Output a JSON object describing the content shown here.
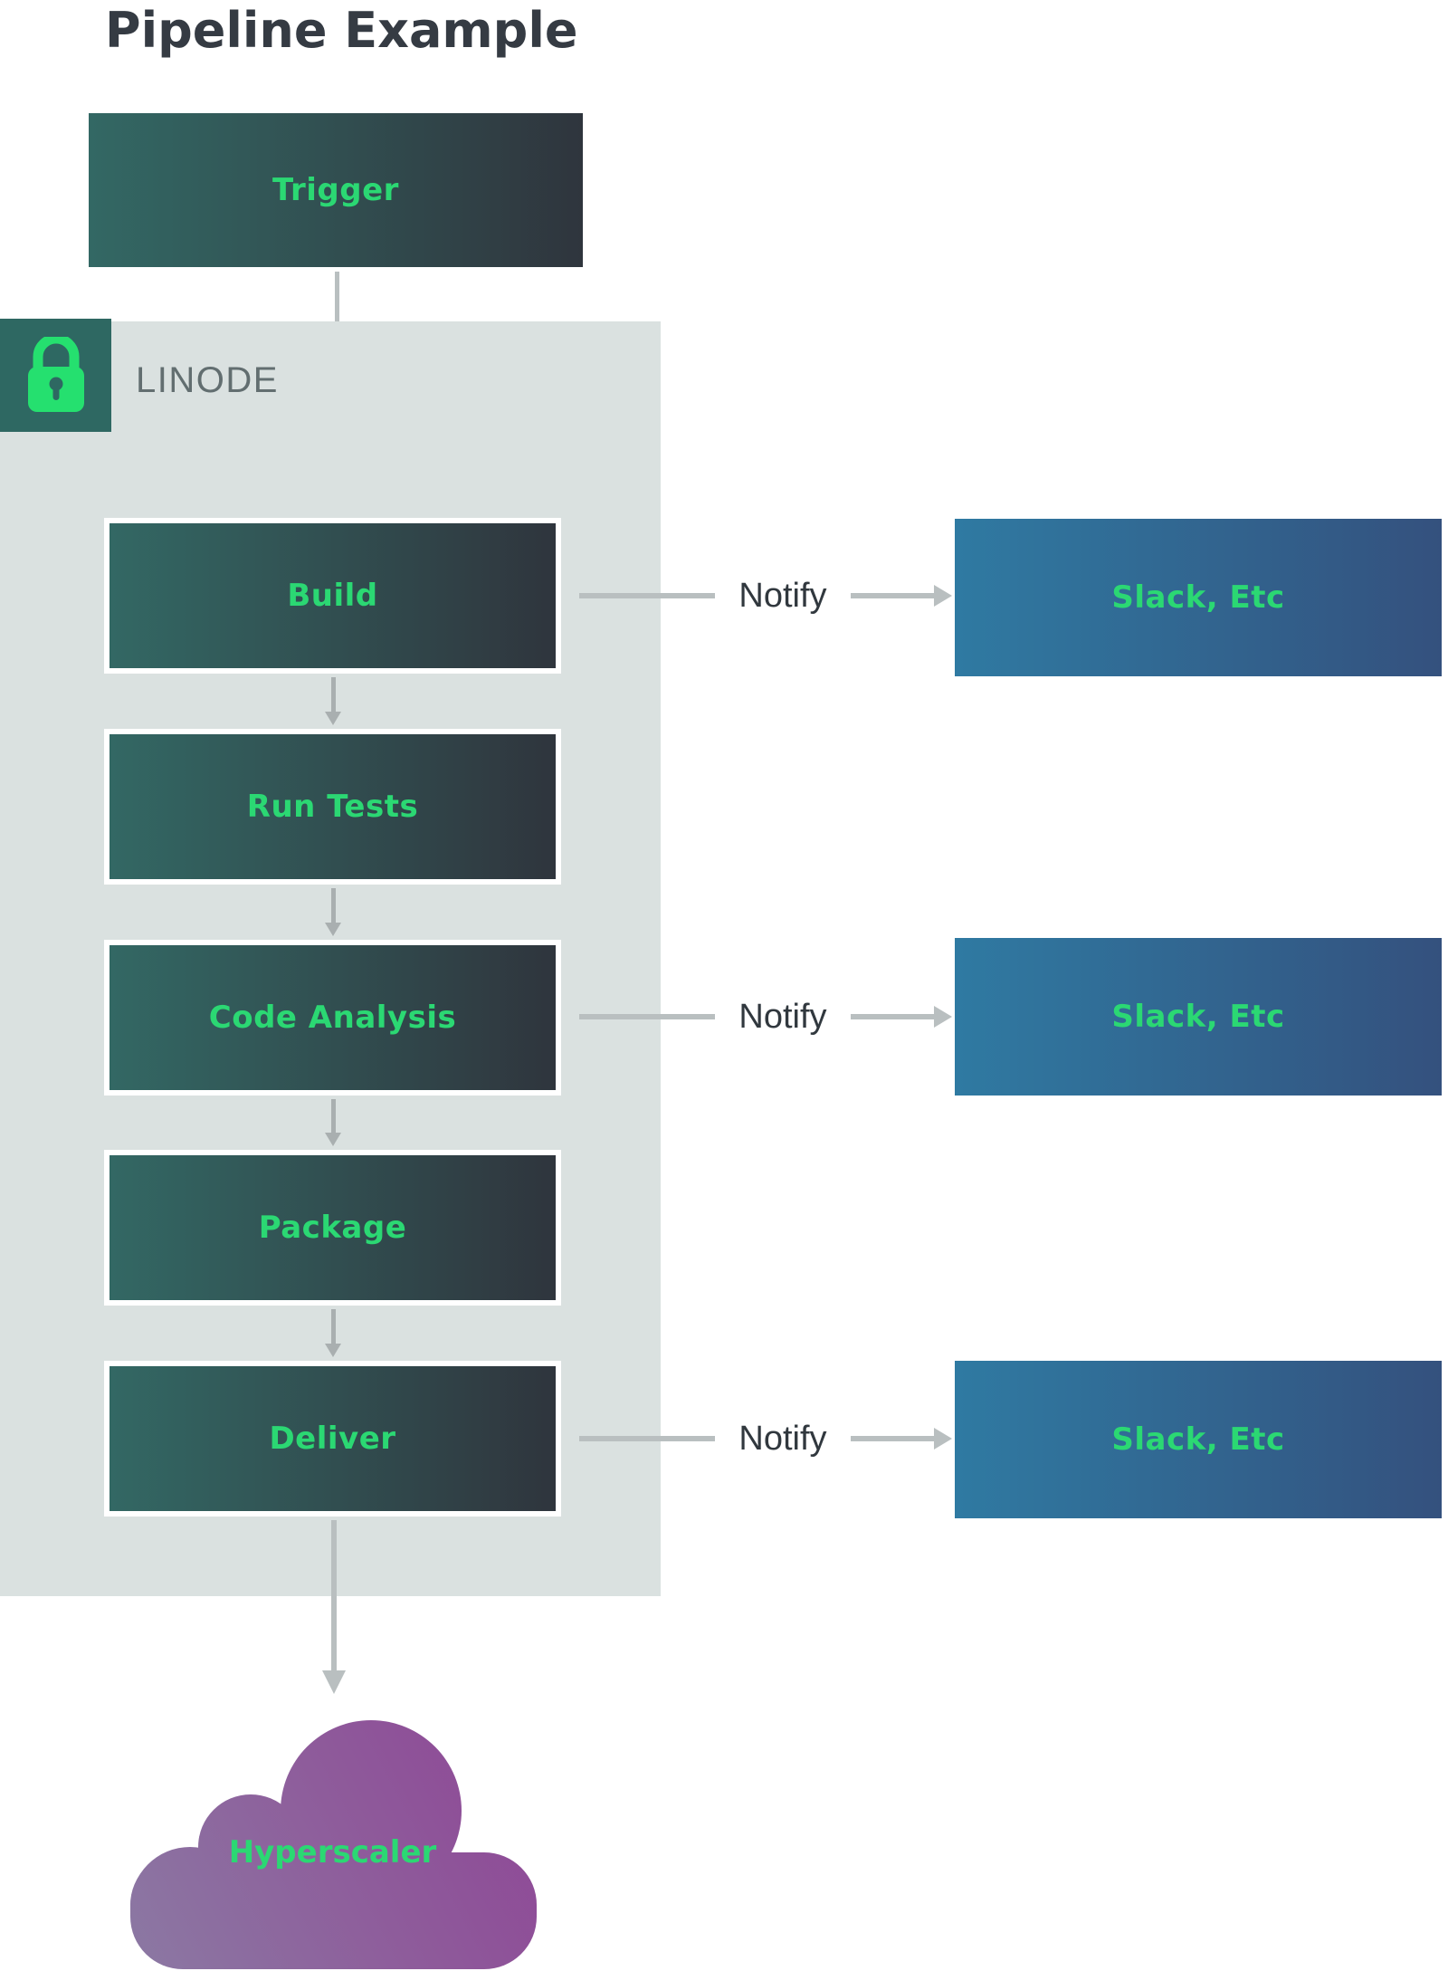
{
  "title": "Pipeline Example",
  "trigger": {
    "label": "Trigger"
  },
  "provider": {
    "name": "LINODE",
    "icon": "lock-icon"
  },
  "steps": [
    {
      "label": "Build",
      "notifies": true
    },
    {
      "label": "Run Tests",
      "notifies": false
    },
    {
      "label": "Code Analysis",
      "notifies": true
    },
    {
      "label": "Package",
      "notifies": false
    },
    {
      "label": "Deliver",
      "notifies": true
    }
  ],
  "notify": {
    "label": "Notify",
    "target": "Slack, Etc"
  },
  "cloud": {
    "label": "Hyperscaler"
  },
  "colors": {
    "step_gradient_left": "#336864",
    "step_gradient_right": "#2f353d",
    "target_gradient_left": "#2f7aa2",
    "target_gradient_right": "#34517e",
    "label_green": "#2bd873",
    "container_bg": "#dae1e0",
    "lock_square_bg": "#2e6862",
    "lock_glyph_green": "#25e06f",
    "cloud_gradient_start": "#8b79a3",
    "cloud_gradient_end": "#8f4796",
    "arrow_gray": "#b9bfc0",
    "title_color": "#353b43",
    "muted_text": "#626e70"
  }
}
